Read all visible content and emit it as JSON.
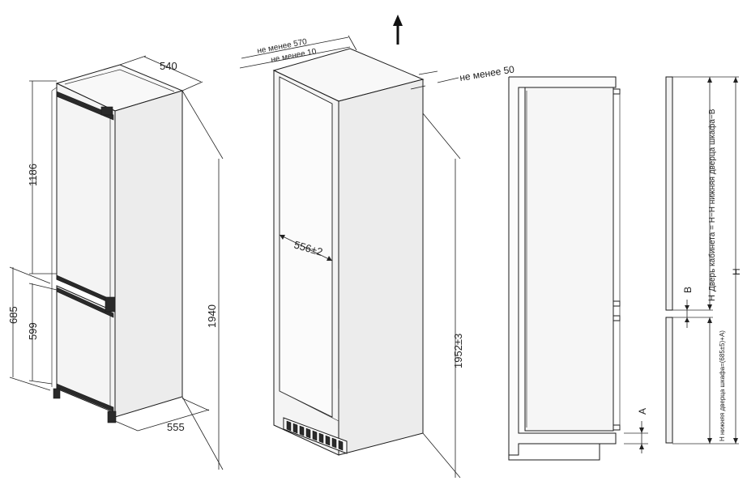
{
  "dimensions": {
    "top_width": "540",
    "upper_door_height": "1186",
    "lower_section": "685",
    "lower_door_height": "599",
    "total_height": "1940",
    "depth": "555",
    "niche_min_570": "не менее 570",
    "niche_min_10": "не менее 10",
    "niche_min_50": "не менее 50",
    "niche_width": "556±2",
    "niche_height": "1952±3",
    "dim_A": "A",
    "dim_B": "B",
    "dim_H": "H",
    "cabinet_door_formula": "Дверь кабинета = H−H нижняя дверца шкафа−B",
    "cabinet_door_prefix": "H",
    "lower_door_formula": "H нижняя дверца шкафа=(685±5)+A)"
  }
}
